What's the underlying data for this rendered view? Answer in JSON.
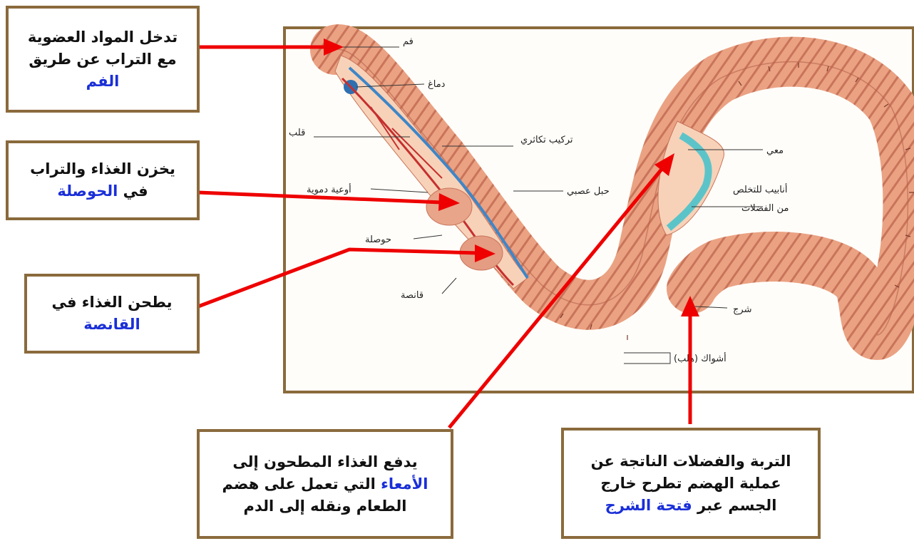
{
  "callouts": {
    "mouth": {
      "lines": [
        "تدخل المواد العضوية",
        "مع التراب عن طريق"
      ],
      "highlight": "الفم"
    },
    "crop": {
      "line1": "يخزن الغذاء والتراب",
      "prefix": "في",
      "highlight": "الحوصلة"
    },
    "gizzard": {
      "line1": "يطحن الغذاء في",
      "highlight": "القانصة"
    },
    "intestine": {
      "line1": "يدفع الغذاء المطحون إلى",
      "highlight": "الأمعاء",
      "line2_rest": "التي تعمل على هضم",
      "line3": "الطعام ونقله إلى الدم"
    },
    "anus": {
      "line1": "التربة والفضلات الناتجة عن",
      "line2": "عملية الهضم تطرح خارج",
      "line3_prefix": "الجسم عبر",
      "highlight": "فتحة الشرج"
    }
  },
  "diagram_labels": {
    "mouth": "فم",
    "brain": "دماغ",
    "heart": "قلب",
    "reproductive": "تركيب تكاثري",
    "blood_vessels": "أوعية دموية",
    "nerve_cord": "حبل عصبي",
    "crop": "حوصلة",
    "gizzard": "قانصة",
    "intestine": "معي",
    "excretory_line1": "أنابيب للتخلص",
    "excretory_line2": "من الفضلات",
    "anus": "شرج",
    "setae": "أشواك (هلب)"
  },
  "colors": {
    "frame": "#8a6a3c",
    "highlight": "#1a2fd8",
    "arrow": "#ee0000",
    "worm_body": "#e9a07c",
    "worm_dark": "#c9745a"
  }
}
